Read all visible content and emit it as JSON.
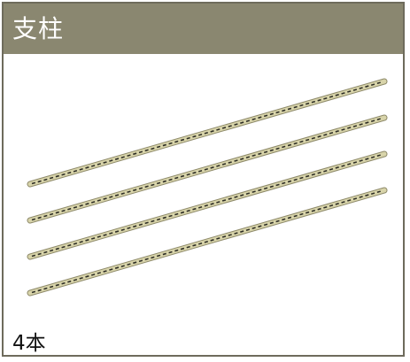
{
  "panel": {
    "title": "支柱",
    "count_label": "4本"
  },
  "illustration": {
    "item_icon": "support-rod-icon",
    "rod_count": 4,
    "rod_fill_color": "#d8d4aa",
    "rod_outline_color": "#8e8a6a",
    "rod_dash_color": "#2e2e26"
  }
}
